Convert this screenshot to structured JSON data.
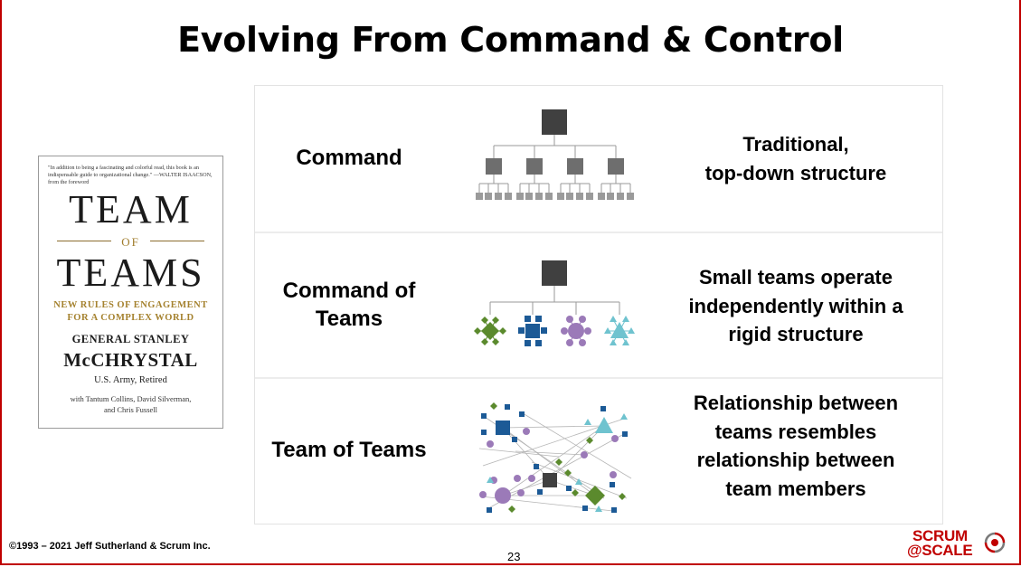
{
  "slide": {
    "title": "Evolving From Command & Control",
    "page_number": "23",
    "copyright": "©1993 – 2021 Jeff Sutherland & Scrum Inc.",
    "logo": {
      "line1": "SCRUM",
      "line2": "@SCALE",
      "color": "#c00000"
    }
  },
  "book": {
    "blurb": "\"In addition to being a fascinating and colorful read, this book is an indispensable guide to organizational change.\" —WALTER ISAACSON, from the foreword",
    "title_line1": "TEAM",
    "title_of": "OF",
    "title_line2": "TEAMS",
    "subtitle_line1": "NEW RULES OF ENGAGEMENT",
    "subtitle_line2": "FOR A COMPLEX WORLD",
    "author_line1": "GENERAL STANLEY",
    "author_line2": "McCHRYSTAL",
    "rank": "U.S. Army, Retired",
    "with_line1": "with Tantum Collins, David Silverman,",
    "with_line2": "and Chris Fussell"
  },
  "rows": [
    {
      "label_lines": [
        "Command"
      ],
      "description_lines": [
        "Traditional,",
        "top-down structure"
      ]
    },
    {
      "label_lines": [
        "Command of",
        "Teams"
      ],
      "description_lines": [
        "Small teams operate",
        "independently within a",
        "rigid structure"
      ]
    },
    {
      "label_lines": [
        "Team of Teams"
      ],
      "description_lines": [
        "Relationship between",
        "teams resembles",
        "relationship between",
        "team members"
      ]
    }
  ],
  "colors": {
    "dark_node": "#404040",
    "gray_node": "#8a8a8a",
    "green": "#5b8a2d",
    "blue": "#1c5a96",
    "purple": "#9b7ab8",
    "teal": "#6fc3cf"
  }
}
